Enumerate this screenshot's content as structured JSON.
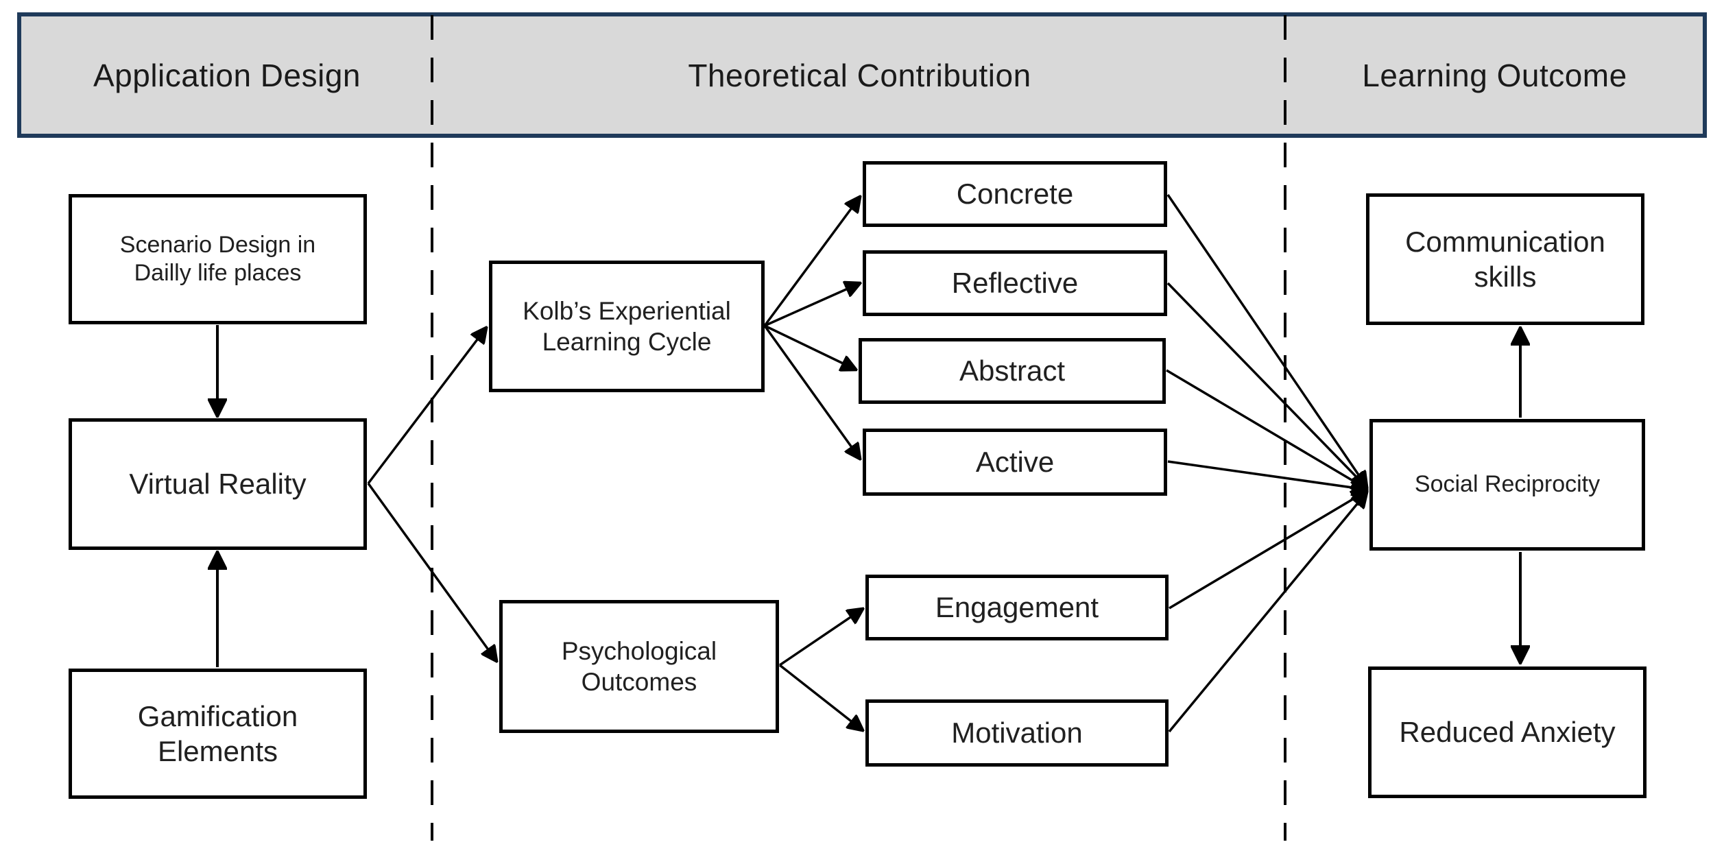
{
  "header": {
    "columns": [
      {
        "label": "Application Design"
      },
      {
        "label": "Theoretical Contribution"
      },
      {
        "label": "Learning Outcome"
      }
    ]
  },
  "nodes": {
    "scenario_design": {
      "label": "Scenario Design in\nDailly life places"
    },
    "virtual_reality": {
      "label": "Virtual Reality"
    },
    "gamification": {
      "label": "Gamification\nElements"
    },
    "kolb": {
      "label": "Kolb’s Experiential\nLearning Cycle"
    },
    "concrete": {
      "label": "Concrete"
    },
    "reflective": {
      "label": "Reflective"
    },
    "abstract": {
      "label": "Abstract"
    },
    "active": {
      "label": "Active"
    },
    "psychological": {
      "label": "Psychological\nOutcomes"
    },
    "engagement": {
      "label": "Engagement"
    },
    "motivation": {
      "label": "Motivation"
    },
    "communication": {
      "label": "Communication\nskills"
    },
    "social_reciprocity": {
      "label": "Social Reciprocity"
    },
    "reduced_anxiety": {
      "label": "Reduced Anxiety"
    }
  },
  "edges": [
    {
      "from": "scenario_design",
      "to": "virtual_reality"
    },
    {
      "from": "gamification",
      "to": "virtual_reality"
    },
    {
      "from": "virtual_reality",
      "to": "kolb"
    },
    {
      "from": "virtual_reality",
      "to": "psychological"
    },
    {
      "from": "kolb",
      "to": "concrete"
    },
    {
      "from": "kolb",
      "to": "reflective"
    },
    {
      "from": "kolb",
      "to": "abstract"
    },
    {
      "from": "kolb",
      "to": "active"
    },
    {
      "from": "psychological",
      "to": "engagement"
    },
    {
      "from": "psychological",
      "to": "motivation"
    },
    {
      "from": "concrete",
      "to": "social_reciprocity"
    },
    {
      "from": "reflective",
      "to": "social_reciprocity"
    },
    {
      "from": "abstract",
      "to": "social_reciprocity"
    },
    {
      "from": "active",
      "to": "social_reciprocity"
    },
    {
      "from": "engagement",
      "to": "social_reciprocity"
    },
    {
      "from": "motivation",
      "to": "social_reciprocity"
    },
    {
      "from": "social_reciprocity",
      "to": "communication"
    },
    {
      "from": "social_reciprocity",
      "to": "reduced_anxiety"
    }
  ],
  "colors": {
    "background": "#ffffff",
    "header_fill": "#d9d9d9",
    "header_border": "#1f3a5a",
    "box_border": "#000000",
    "line": "#000000"
  }
}
